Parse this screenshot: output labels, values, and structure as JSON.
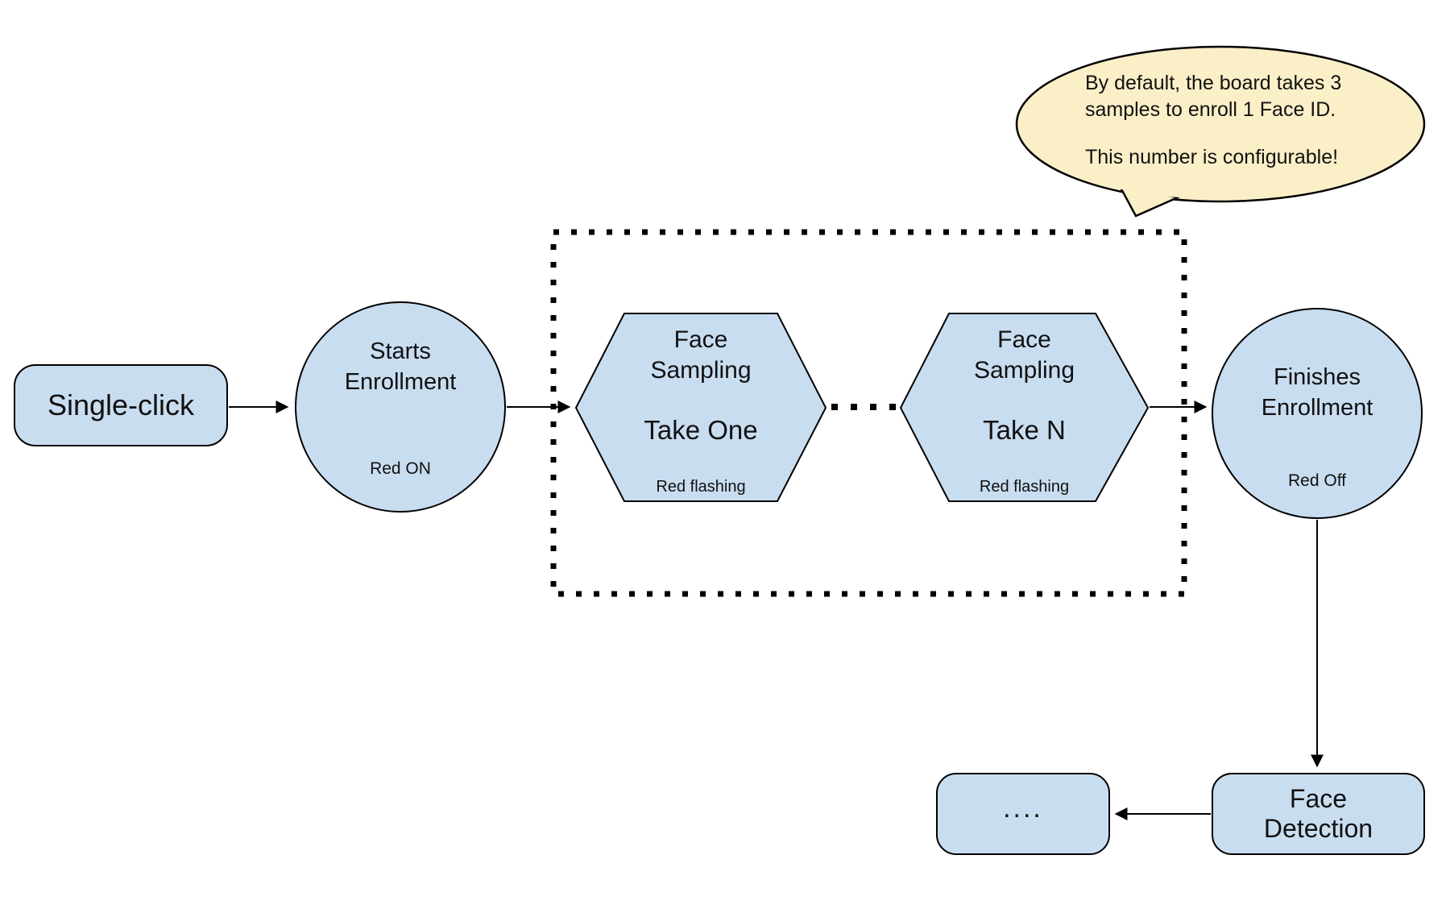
{
  "colors": {
    "node_fill": "#C9DDF0",
    "node_stroke": "#000000",
    "callout_fill": "#FBEFC8",
    "callout_stroke": "#000000"
  },
  "nodes": {
    "single_click": {
      "label": "Single-click"
    },
    "starts_enrollment": {
      "title_line1": "Starts",
      "title_line2": "Enrollment",
      "status": "Red ON"
    },
    "face_sampling_one": {
      "title_line1": "Face",
      "title_line2": "Sampling",
      "action": "Take One",
      "status": "Red flashing"
    },
    "face_sampling_n": {
      "title_line1": "Face",
      "title_line2": "Sampling",
      "action": "Take N",
      "status": "Red flashing"
    },
    "finishes_enrollment": {
      "title_line1": "Finishes",
      "title_line2": "Enrollment",
      "status": "Red Off"
    },
    "face_detection": {
      "title_line1": "Face",
      "title_line2": "Detection"
    },
    "continuation": {
      "label": "...."
    }
  },
  "callout": {
    "line1": "By default, the board takes 3",
    "line2": "samples to enroll 1 Face ID.",
    "line3": "This number is configurable!"
  }
}
